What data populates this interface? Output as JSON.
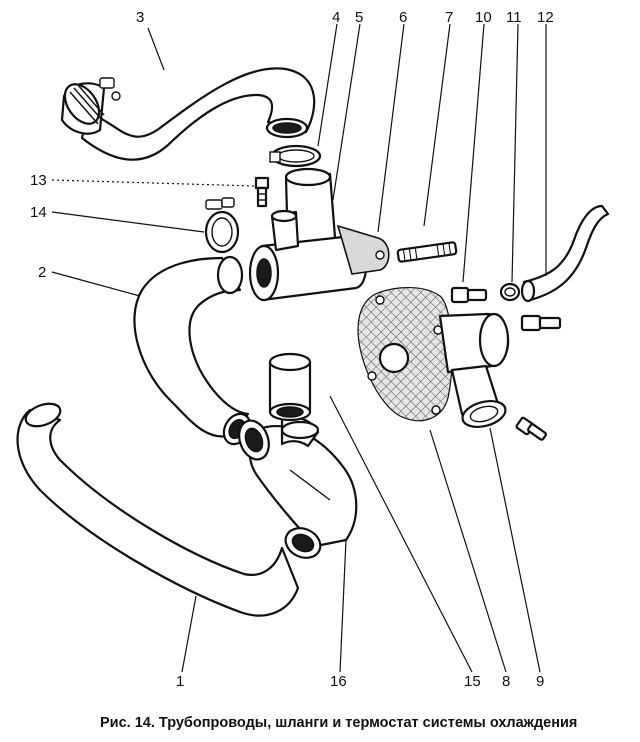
{
  "figure": {
    "caption": "Рис. 14. Трубопроводы, шланги и термостат системы охлаждения"
  },
  "callouts": [
    {
      "id": "1",
      "label": "1"
    },
    {
      "id": "2",
      "label": "2"
    },
    {
      "id": "3",
      "label": "3"
    },
    {
      "id": "4",
      "label": "4"
    },
    {
      "id": "5",
      "label": "5"
    },
    {
      "id": "6",
      "label": "6"
    },
    {
      "id": "7",
      "label": "7"
    },
    {
      "id": "8",
      "label": "8"
    },
    {
      "id": "9",
      "label": "9"
    },
    {
      "id": "10",
      "label": "10"
    },
    {
      "id": "11",
      "label": "11"
    },
    {
      "id": "12",
      "label": "12"
    },
    {
      "id": "13",
      "label": "13"
    },
    {
      "id": "14",
      "label": "14"
    },
    {
      "id": "15",
      "label": "15"
    },
    {
      "id": "16",
      "label": "16"
    }
  ]
}
